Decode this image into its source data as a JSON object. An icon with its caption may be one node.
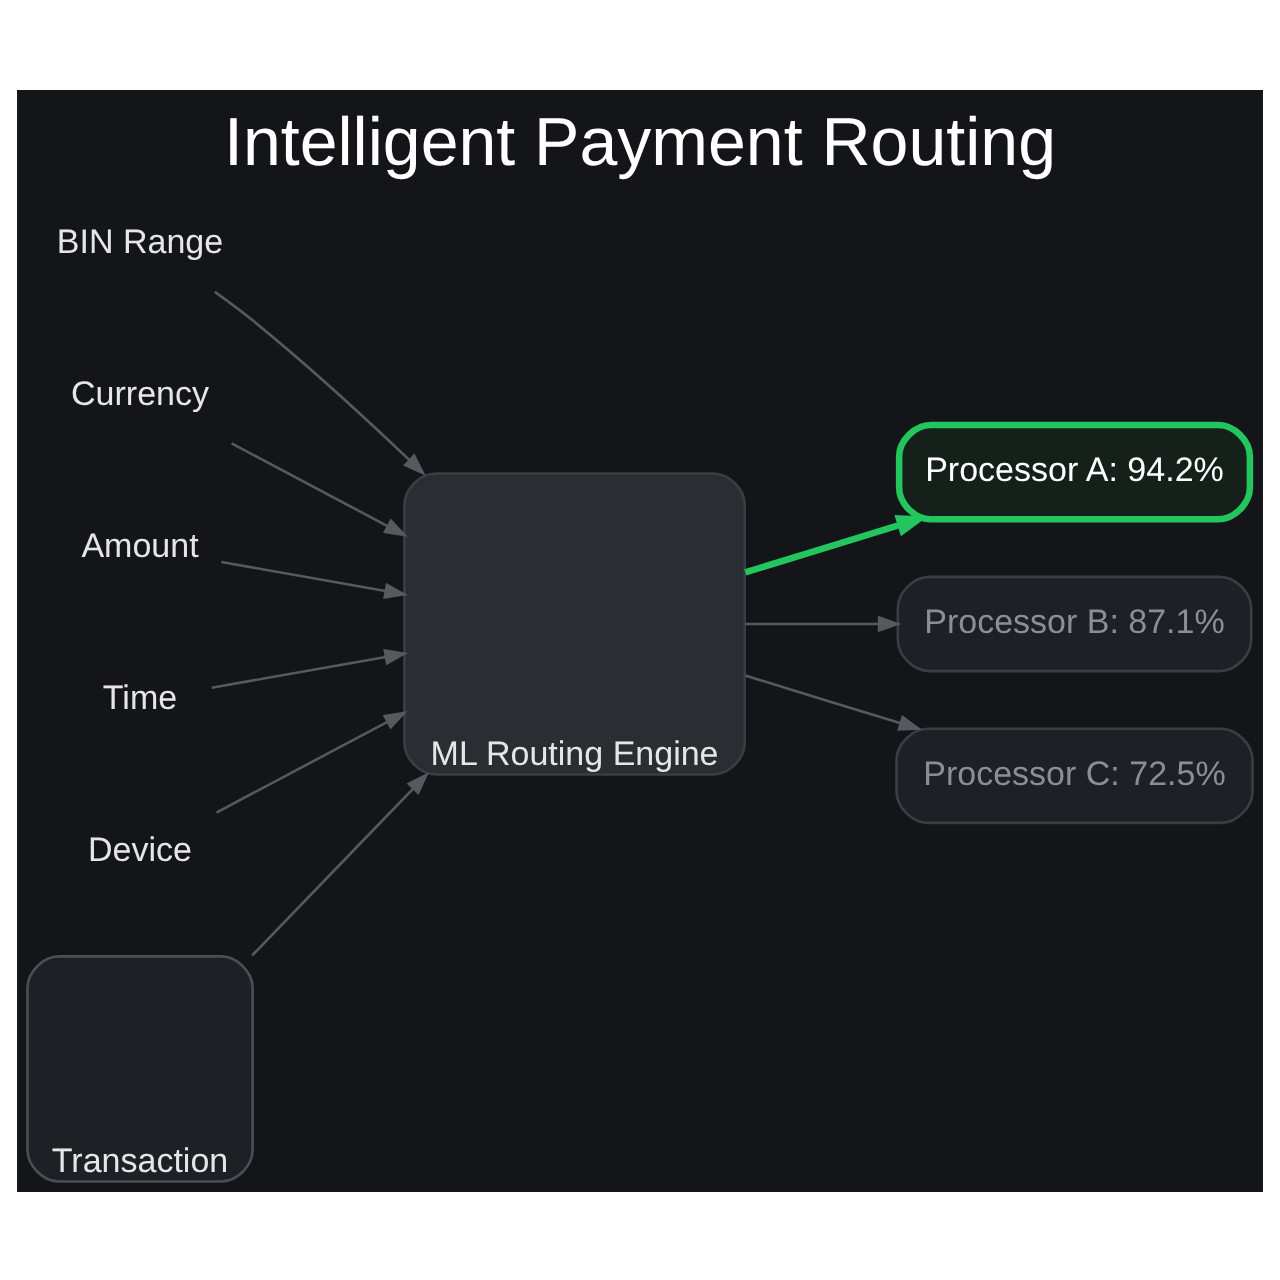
{
  "diagram": {
    "title": "Intelligent Payment Routing",
    "nodes": [
      {
        "text": [
          "BIN Range"
        ]
      },
      {
        "text": [
          "Currency"
        ]
      },
      {
        "text": [
          "Amount"
        ]
      },
      {
        "text": [
          "Time"
        ]
      },
      {
        "text": [
          "Device"
        ]
      },
      {
        "text": [
          "Transaction"
        ]
      },
      {
        "text": [
          "ML Routing Engine"
        ]
      },
      {
        "text": [
          "Processor A: 94.2%"
        ]
      },
      {
        "text": [
          "Processor B: 87.1%"
        ]
      },
      {
        "text": [
          "Processor C: 72.5%"
        ]
      }
    ],
    "edges": [
      {
        "from": 0,
        "to": 6,
        "arrow": "to"
      },
      {
        "from": 1,
        "to": 6,
        "arrow": "to"
      },
      {
        "from": 2,
        "to": 6,
        "arrow": "to"
      },
      {
        "from": 3,
        "to": 6,
        "arrow": "to"
      },
      {
        "from": 4,
        "to": 6,
        "arrow": "to"
      },
      {
        "from": 5,
        "to": 6,
        "arrow": "to"
      },
      {
        "from": 6,
        "to": 7,
        "arrow": "to",
        "style": "thick",
        "color": "#22c55e"
      },
      {
        "from": 6,
        "to": 8,
        "arrow": "to"
      },
      {
        "from": 6,
        "to": 9,
        "arrow": "to"
      }
    ]
  }
}
